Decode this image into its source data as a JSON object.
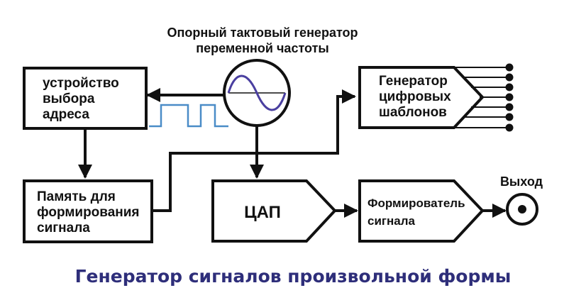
{
  "oscillator": {
    "title_line1": "Опорный тактовый генератор",
    "title_line2": "переменной частоты"
  },
  "address_unit": {
    "line1": "устройство",
    "line2": "выбора",
    "line3": "адреса"
  },
  "memory": {
    "line1": "Память для",
    "line2": "формирования",
    "line3": "сигнала"
  },
  "dac": {
    "label": "ЦАП"
  },
  "pattern_gen": {
    "line1": "Генератор",
    "line2": "цифровых",
    "line3": "шаблонов"
  },
  "shaper": {
    "line1": "Формирователь",
    "line2": "сигнала"
  },
  "output": {
    "label": "Выход"
  },
  "caption": "Генератор сигналов произвольной формы",
  "colors": {
    "line": "#111111",
    "sine": "#4a3fa0",
    "pulse": "#4a8cc7",
    "caption": "#2e2e7a"
  }
}
